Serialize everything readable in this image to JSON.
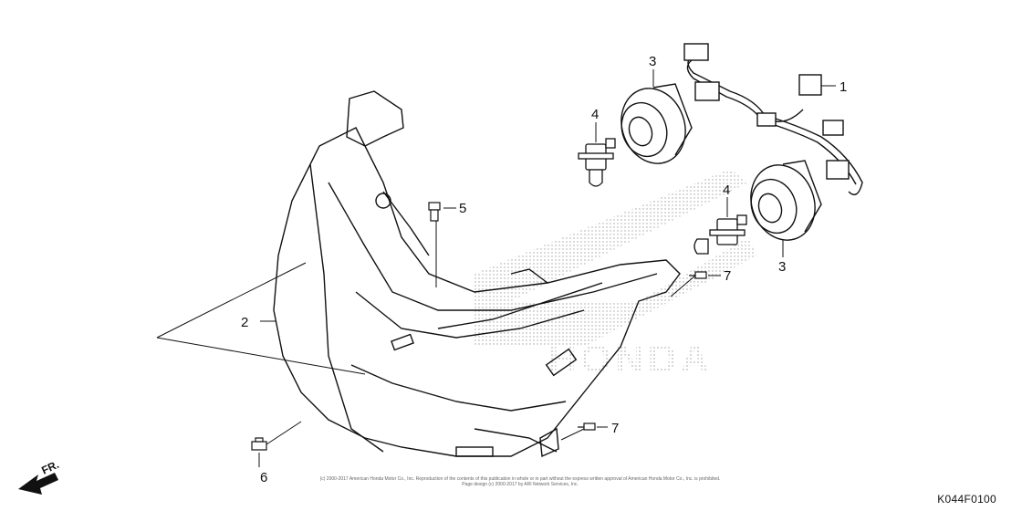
{
  "callouts": {
    "c1": "1",
    "c2": "2",
    "c3a": "3",
    "c3b": "3",
    "c4a": "4",
    "c4b": "4",
    "c5": "5",
    "c6": "6",
    "c7a": "7",
    "c7b": "7"
  },
  "watermark": "HONDA",
  "direction_label": "FR.",
  "copyright_line1": "(c) 2000-2017 American Honda Motor Co., Inc. Reproduction of the contents of this publication in whole or in part without the express written approval of American Honda Motor Co., Inc. is prohibited.",
  "copyright_line2": "Page design (c) 2000-2017 by ARI Network Services, Inc.",
  "reference_code": "K044F0100"
}
